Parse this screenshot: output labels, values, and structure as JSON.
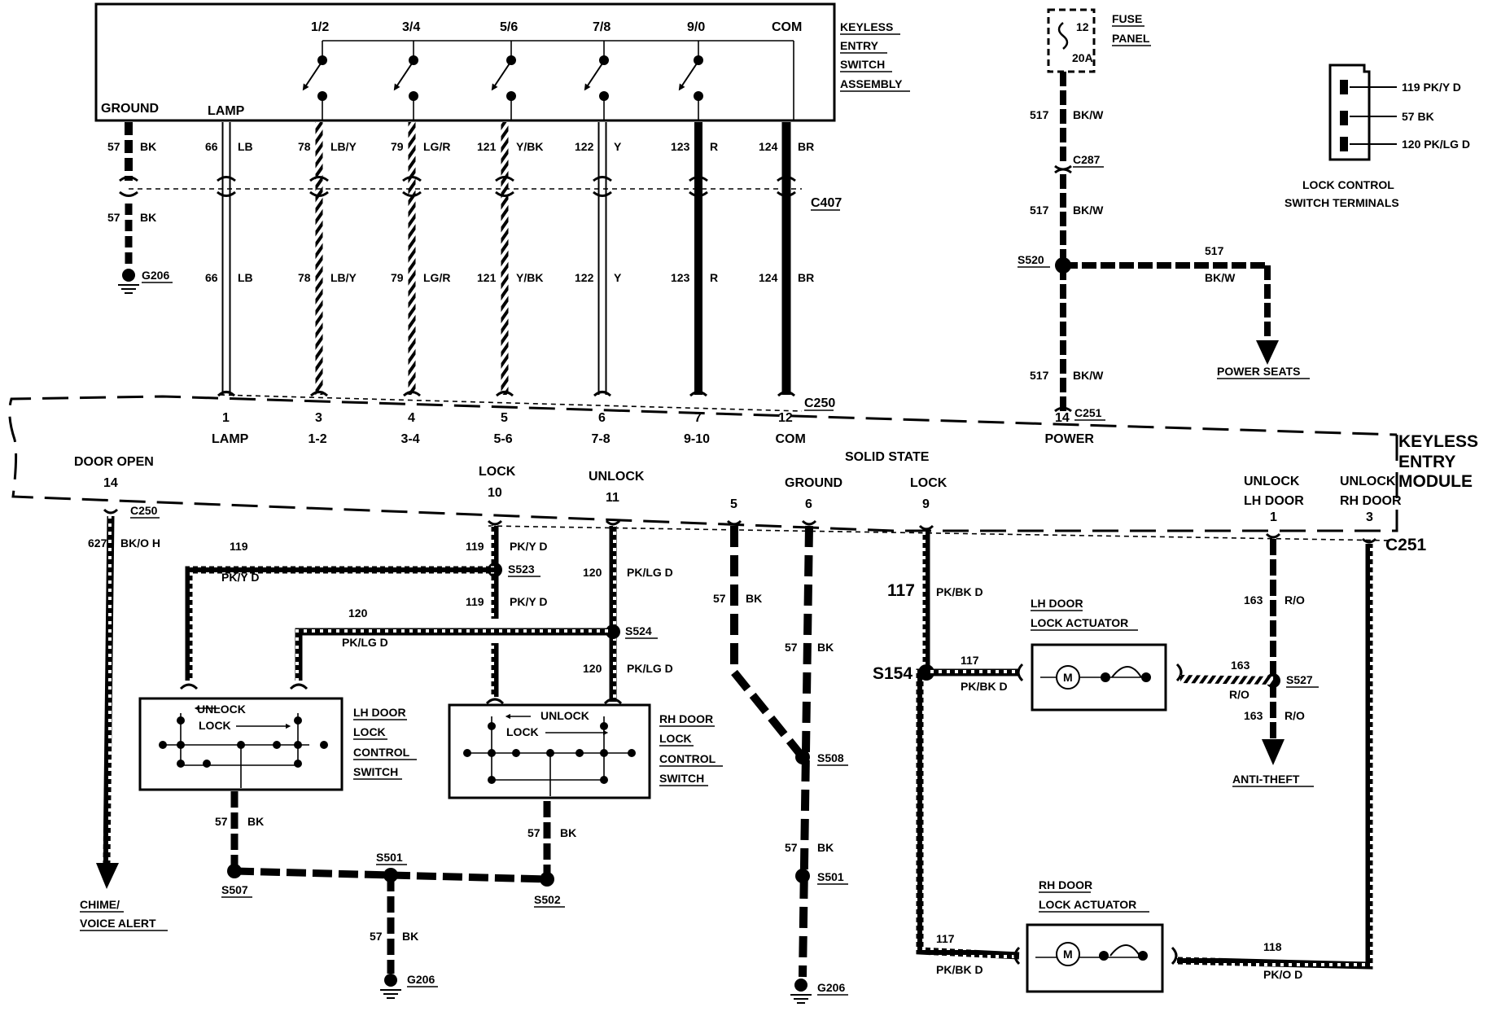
{
  "keyless_switch": {
    "title": [
      "KEYLESS",
      "ENTRY",
      "SWITCH",
      "ASSEMBLY"
    ],
    "button_labels": [
      "1/2",
      "3/4",
      "5/6",
      "7/8",
      "9/0",
      "COM"
    ],
    "ground_label": "GROUND",
    "lamp_label": "LAMP"
  },
  "upper_wires": [
    {
      "num": "57",
      "color": "BK"
    },
    {
      "num": "66",
      "color": "LB"
    },
    {
      "num": "78",
      "color": "LB/Y"
    },
    {
      "num": "79",
      "color": "LG/R"
    },
    {
      "num": "121",
      "color": "Y/BK"
    },
    {
      "num": "122",
      "color": "Y"
    },
    {
      "num": "123",
      "color": "R"
    },
    {
      "num": "124",
      "color": "BR"
    }
  ],
  "connectors": {
    "c407": "C407",
    "c250": "C250",
    "c251": "C251",
    "c287": "C287",
    "c250_lower": "C250",
    "c251_lower": "C251"
  },
  "grounds": {
    "g206_a": "G206",
    "g206_b": "G206",
    "g206_c": "G206"
  },
  "module": {
    "title": [
      "KEYLESS",
      "ENTRY",
      "MODULE"
    ],
    "solid_state": "SOLID STATE",
    "top_pins": [
      {
        "num": "1",
        "name": "LAMP"
      },
      {
        "num": "3",
        "name": "1-2"
      },
      {
        "num": "4",
        "name": "3-4"
      },
      {
        "num": "5",
        "name": "5-6"
      },
      {
        "num": "6",
        "name": "7-8"
      },
      {
        "num": "7",
        "name": "9-10"
      },
      {
        "num": "12",
        "name": "COM"
      },
      {
        "num": "14",
        "name": "POWER"
      }
    ],
    "bottom_pins": [
      {
        "name": "DOOR OPEN",
        "num": "14"
      },
      {
        "name": "LOCK",
        "num": "10"
      },
      {
        "name": "UNLOCK",
        "num": "11"
      },
      {
        "name": "",
        "num": "5"
      },
      {
        "name": "GROUND",
        "num": "6"
      },
      {
        "name": "LOCK",
        "num": "9"
      },
      {
        "name": "UNLOCK",
        "name2": "LH DOOR",
        "num": "1"
      },
      {
        "name": "UNLOCK",
        "name2": "RH DOOR",
        "num": "3"
      }
    ]
  },
  "fuse": {
    "label": [
      "FUSE",
      "PANEL"
    ],
    "number": "12",
    "rating": "20A"
  },
  "power": {
    "wire": "517",
    "color": "BK/W",
    "splice": "S520",
    "branch_label": "POWER SEATS"
  },
  "lock_terminals": {
    "title": [
      "LOCK CONTROL",
      "SWITCH TERMINALS"
    ],
    "terminals": [
      "119 PK/Y D",
      "57 BK",
      "120 PK/LG D"
    ]
  },
  "lower": {
    "w627": "627",
    "w627_color": "BK/O H",
    "chime": [
      "CHIME/",
      "VOICE ALERT"
    ],
    "w119": "119",
    "w119_color": "PK/Y D",
    "w120": "120",
    "w120_color": "PK/LG D",
    "w57": "57",
    "w57_color": "BK",
    "w117": "117",
    "w117_color": "PK/BK D",
    "w163": "163",
    "w163_color": "R/O",
    "w118": "118",
    "w118_color": "PK/O D",
    "s523": "S523",
    "s524": "S524",
    "s508": "S508",
    "s501": "S501",
    "s501b": "S501",
    "s507": "S507",
    "s502": "S502",
    "s154": "S154",
    "s527": "S527",
    "anti_theft": "ANTI-THEFT"
  },
  "switches": {
    "lh_title": [
      "LH DOOR",
      "LOCK",
      "CONTROL",
      "SWITCH"
    ],
    "rh_title": [
      "RH DOOR",
      "LOCK",
      "CONTROL",
      "SWITCH"
    ],
    "unlock": "UNLOCK",
    "lock": "LOCK"
  },
  "actuators": {
    "lh_title": [
      "LH DOOR",
      "LOCK ACTUATOR"
    ],
    "rh_title": [
      "RH DOOR",
      "LOCK ACTUATOR"
    ],
    "motor": "M"
  }
}
